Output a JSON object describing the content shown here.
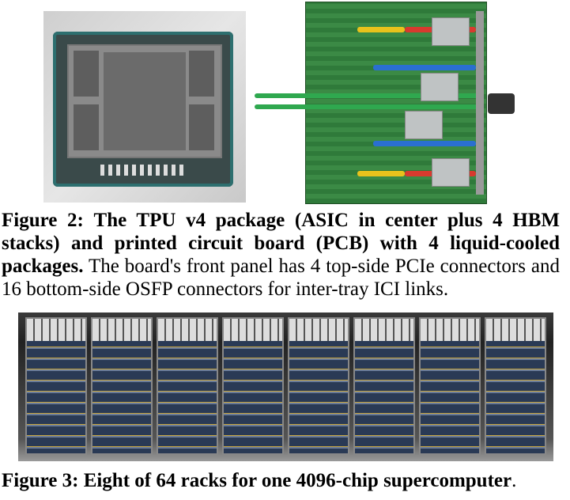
{
  "figure2": {
    "label": "Figure 2:",
    "bold_text": "The TPU v4 package (ASIC in center plus 4 HBM stacks) and printed circuit board (PCB) with 4 liquid-cooled packages.",
    "text": "The board's front panel has 4 top-side PCIe connectors and 16 bottom-side OSFP connectors for inter-tray ICI links."
  },
  "figure3": {
    "label": "Figure 3:",
    "bold_text": "Eight of 64 racks for one 4096-chip supercomputer",
    "trailing": ".",
    "rack_count": 8
  }
}
